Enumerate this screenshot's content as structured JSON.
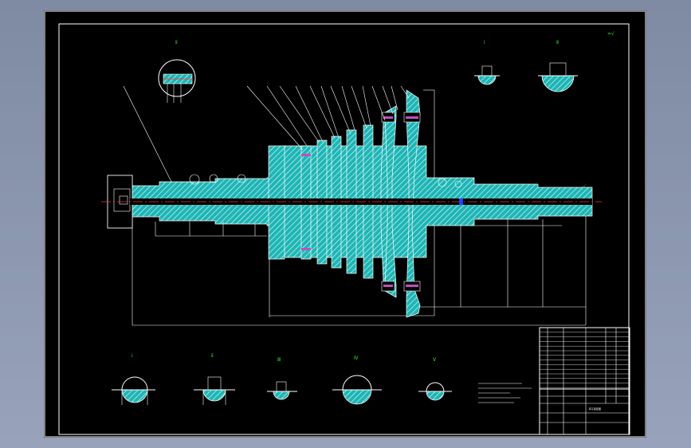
{
  "drawing": {
    "corner_symbol": "=√",
    "shaft_end_symbol": "√",
    "callouts": {
      "top_left": "ⅱ",
      "top_right_a": "ⅰ",
      "top_right_b": "Ⅱ"
    },
    "section_labels": [
      "ⅰ",
      "ⅱ",
      "Ⅲ",
      "Ⅳ",
      "Ⅴ"
    ]
  },
  "title_block": {
    "drawing_title": "转子装配图"
  },
  "colors": {
    "background": "#000000",
    "shaft_fill": "#1fb5b5",
    "hatch": "#ffffff",
    "label_green": "#33ee33",
    "line": "#ffffff",
    "center_red": "#ff3030",
    "purple_bolts": "#c050c0"
  }
}
